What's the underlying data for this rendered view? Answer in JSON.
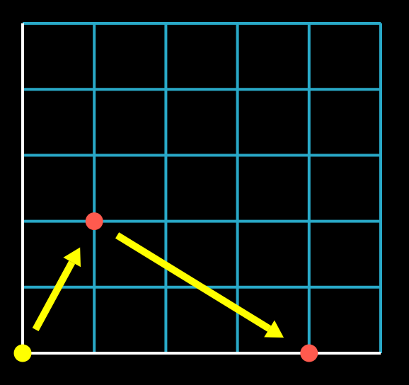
{
  "colors": {
    "background": "#000000",
    "grid": "#29a9c8",
    "axis": "#ffffff",
    "origin_point": "#ffff00",
    "waypoint": "#ff5a4e",
    "arrow": "#ffff00"
  },
  "grid": {
    "columns": 5,
    "rows": 5
  },
  "points": [
    {
      "id": "origin",
      "gx": 0,
      "gy": 0,
      "color_key": "origin_point"
    },
    {
      "id": "waypoint-1",
      "gx": 1,
      "gy": 2,
      "color_key": "waypoint"
    },
    {
      "id": "waypoint-2",
      "gx": 4,
      "gy": 0,
      "color_key": "waypoint"
    }
  ],
  "arrows": [
    {
      "id": "arrow-1",
      "from": "origin",
      "to": "waypoint-1"
    },
    {
      "id": "arrow-2",
      "from": "waypoint-1",
      "to": "waypoint-2"
    }
  ]
}
